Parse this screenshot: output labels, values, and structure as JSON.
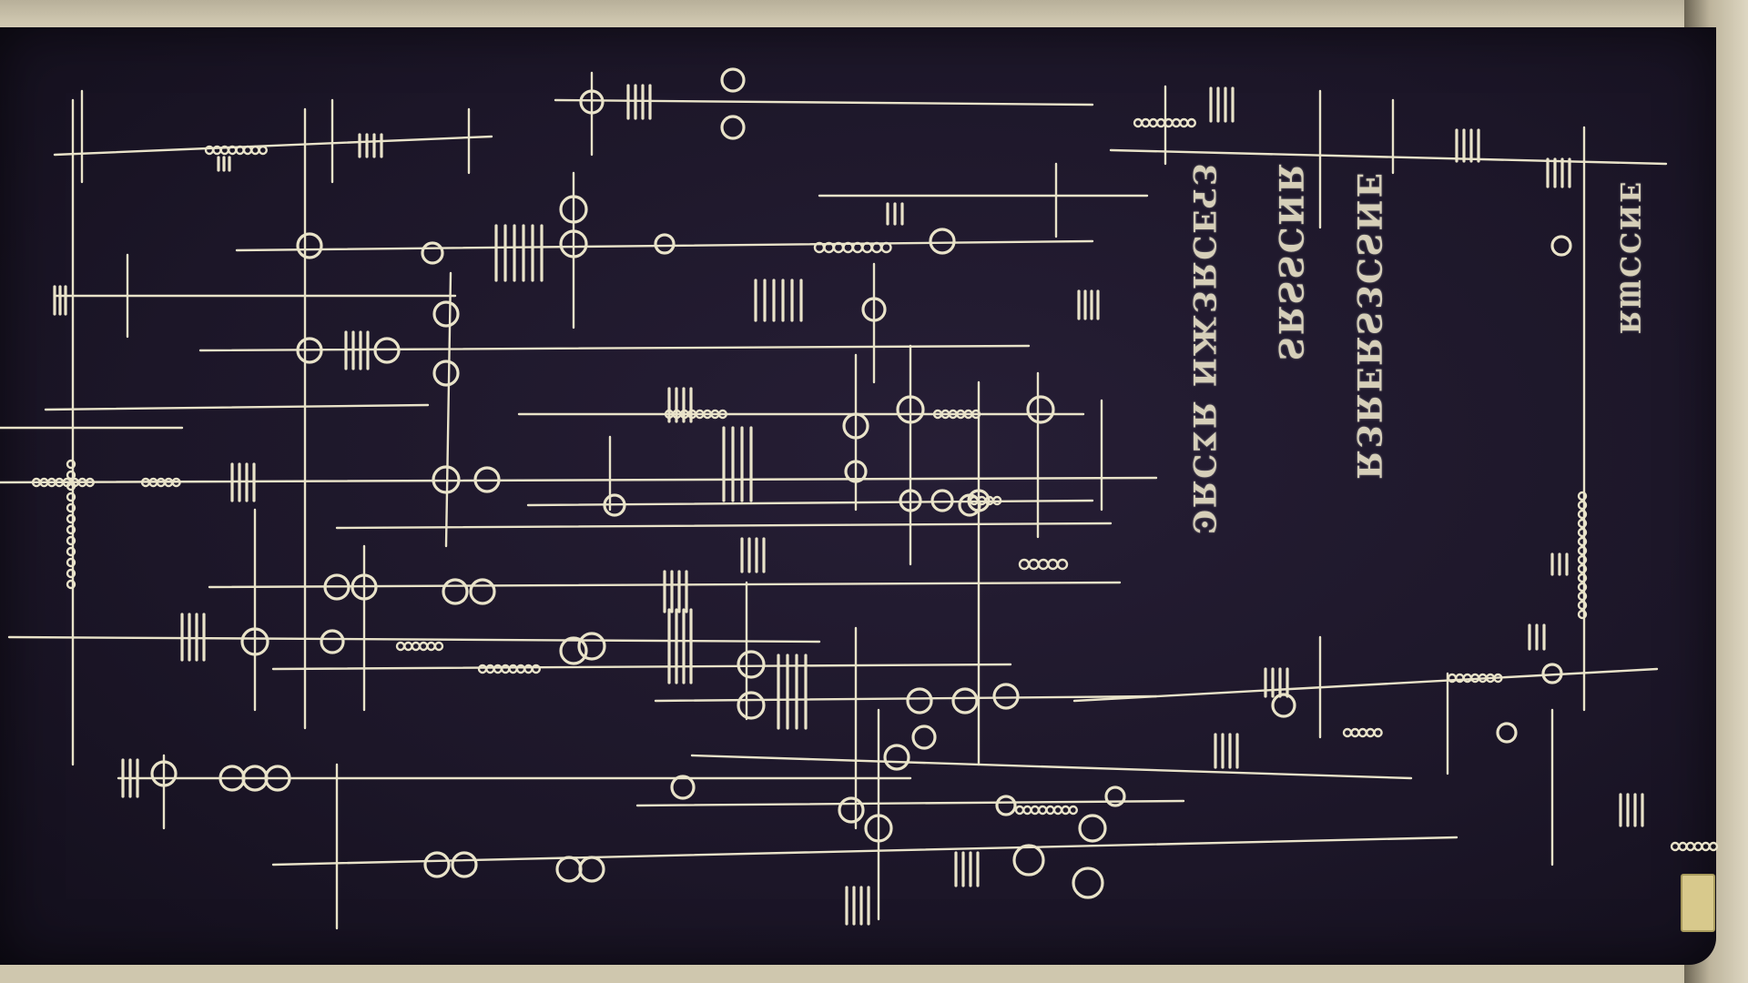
{
  "scene": {
    "description_colors": {
      "board": "#1c1628",
      "chalk": "#e9e3c9",
      "wall": "#d8d2bd"
    },
    "glyph_columns": [
      {
        "id": "col-1",
        "text": "ƐɁƎƆЯƐЖИ ЯΣƆЯϾ"
      },
      {
        "id": "col-2",
        "text": "ЯИƆƧƧЯƧ"
      },
      {
        "id": "col-3",
        "text": "ƎИƧƆƐƧЯƎЯƐЯ"
      },
      {
        "id": "col-4",
        "text": "ƎИƆƆƜЯ"
      }
    ]
  }
}
